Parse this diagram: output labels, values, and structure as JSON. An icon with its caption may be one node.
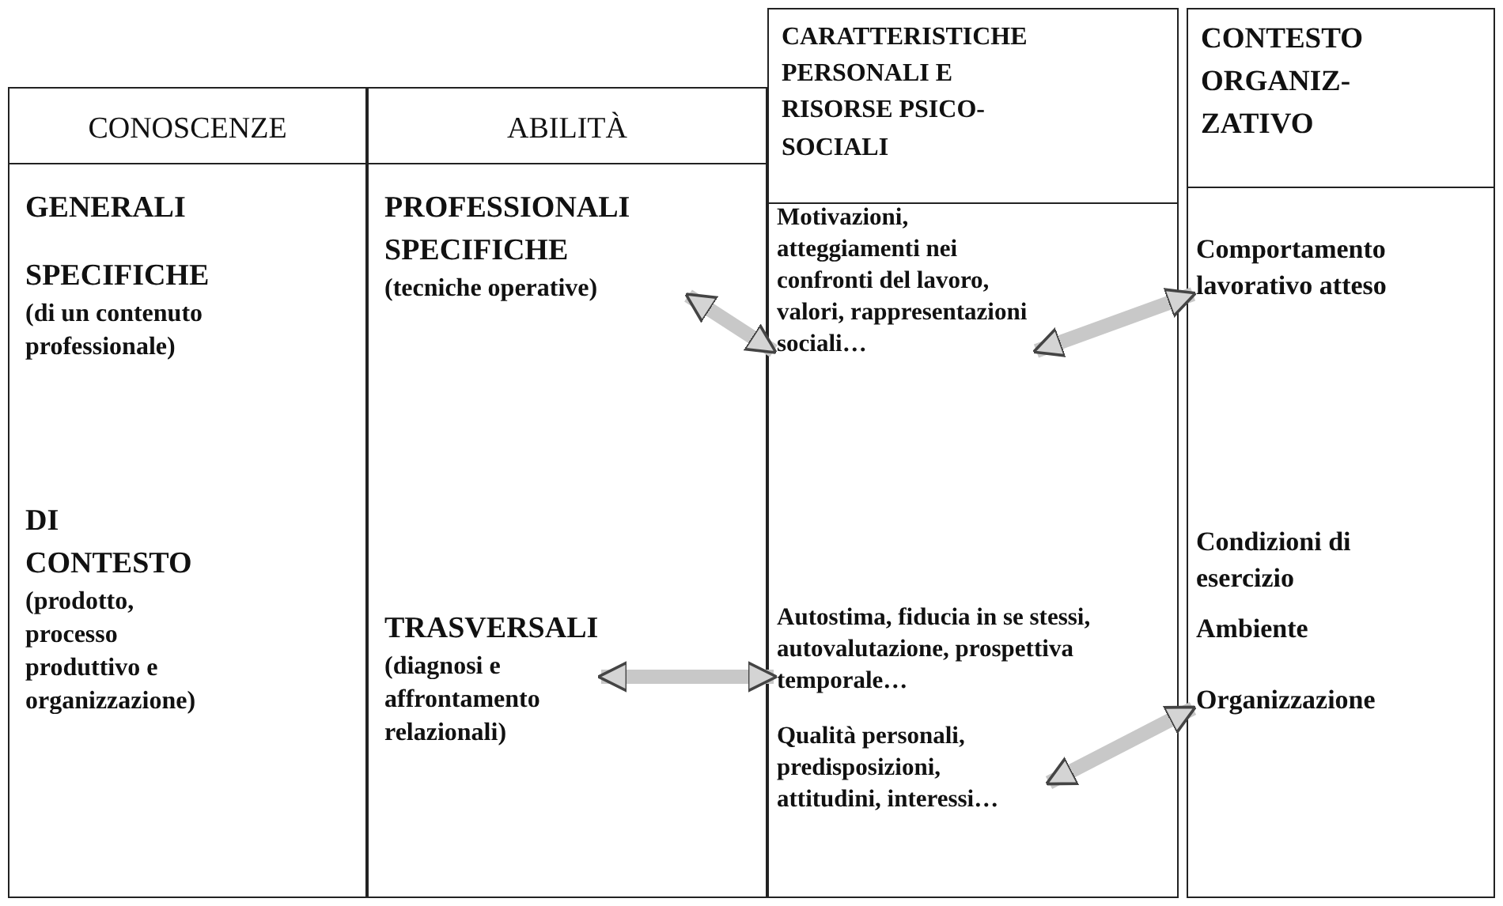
{
  "diagram": {
    "nodes": [
      {
        "text": [
          "CONOSCENZE"
        ]
      },
      {
        "text": [
          "GENERALI"
        ],
        "in": 0
      },
      {
        "text": [
          "SPECIFICHE",
          "(di un contenuto professionale)"
        ],
        "in": 0
      },
      {
        "text": [
          "DI CONTESTO",
          "(prodotto, processo produttivo e organizzazione)"
        ],
        "in": 0
      },
      {
        "text": [
          "ABILITÀ"
        ]
      },
      {
        "text": [
          "PROFESSIONALI SPECIFICHE",
          "(tecniche operative)"
        ],
        "in": 4
      },
      {
        "text": [
          "TRASVERSALI",
          "(diagnosi e affrontamento relazionali)"
        ],
        "in": 4
      },
      {
        "text": [
          "CARATTERISTICHE PERSONALI E RISORSE PSICO-SOCIALI"
        ]
      },
      {
        "text": [
          "Motivazioni, atteggiamenti nei confronti del lavoro, valori, rappresentazioni sociali…"
        ],
        "in": 7
      },
      {
        "text": [
          "Autostima, fiducia in se stessi, autovalutazione, prospettiva temporale…"
        ],
        "in": 7
      },
      {
        "text": [
          "Qualità personali, predisposizioni, attitudini, interessi…"
        ],
        "in": 7
      },
      {
        "text": [
          "CONTESTO ORGANIZ-ZATIVO"
        ]
      },
      {
        "text": [
          "Comportamento lavorativo atteso"
        ],
        "in": 11
      },
      {
        "text": [
          "Condizioni di esercizio"
        ],
        "in": 11
      },
      {
        "text": [
          "Ambiente"
        ],
        "in": 11
      },
      {
        "text": [
          "Organizzazione"
        ],
        "in": 11
      }
    ],
    "edges": [
      {
        "from": 5,
        "to": 8,
        "arrow": "both"
      },
      {
        "from": 6,
        "to": 9,
        "arrow": "both"
      },
      {
        "from": 8,
        "to": 12,
        "arrow": "both"
      },
      {
        "from": 10,
        "to": 15,
        "arrow": "both"
      }
    ]
  }
}
